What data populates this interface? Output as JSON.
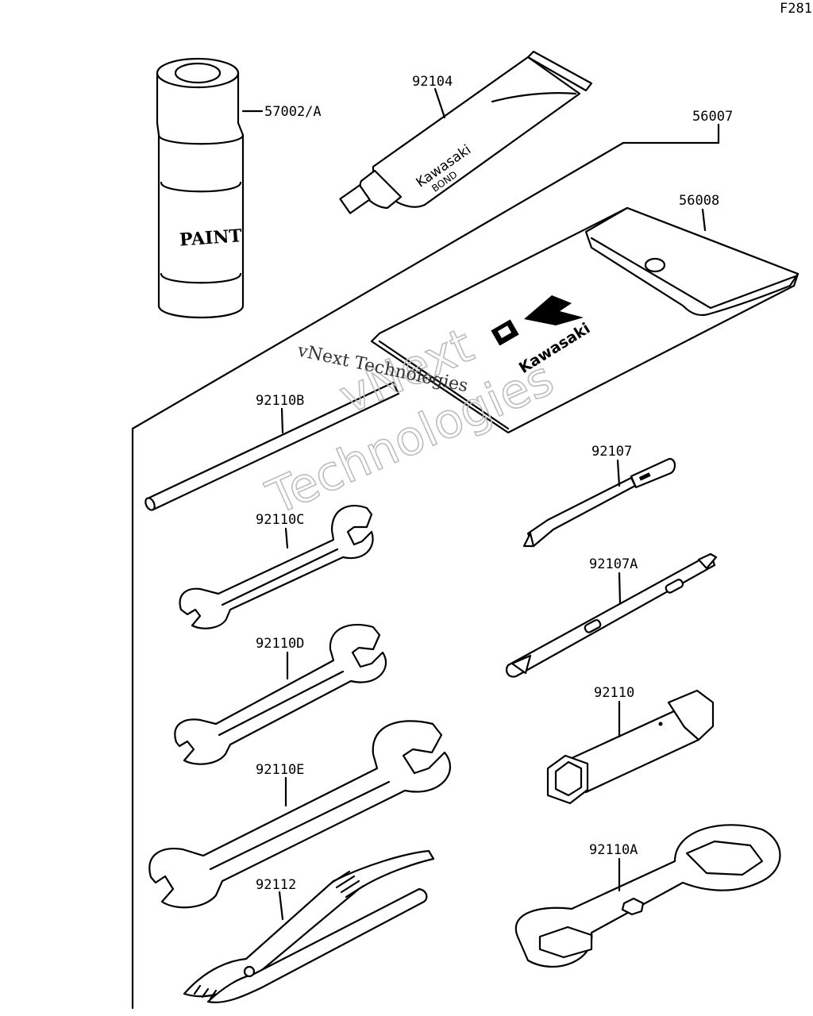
{
  "page_code": "F281",
  "watermark": {
    "brand": "vNext Technologies",
    "line1": "vNext",
    "line2": "Technologies"
  },
  "product_markings": {
    "paint_can_text": "PAINT",
    "bond_tube_brand": "Kawasaki",
    "bond_tube_text": "BOND",
    "pouch_brand": "Kawasaki"
  },
  "callouts": [
    {
      "id": "57002/A",
      "part": "paint"
    },
    {
      "id": "92104",
      "part": "bond-tube"
    },
    {
      "id": "56007",
      "part": "tool-kit"
    },
    {
      "id": "56008",
      "part": "tool-pouch"
    },
    {
      "id": "92110B",
      "part": "handle-bar"
    },
    {
      "id": "92107",
      "part": "screwdriver"
    },
    {
      "id": "92110C",
      "part": "wrench-small"
    },
    {
      "id": "92107A",
      "part": "screwdriver-double"
    },
    {
      "id": "92110D",
      "part": "wrench-medium"
    },
    {
      "id": "92110",
      "part": "plug-wrench"
    },
    {
      "id": "92110E",
      "part": "wrench-large"
    },
    {
      "id": "92110A",
      "part": "box-wrench"
    },
    {
      "id": "92112",
      "part": "pliers"
    }
  ]
}
